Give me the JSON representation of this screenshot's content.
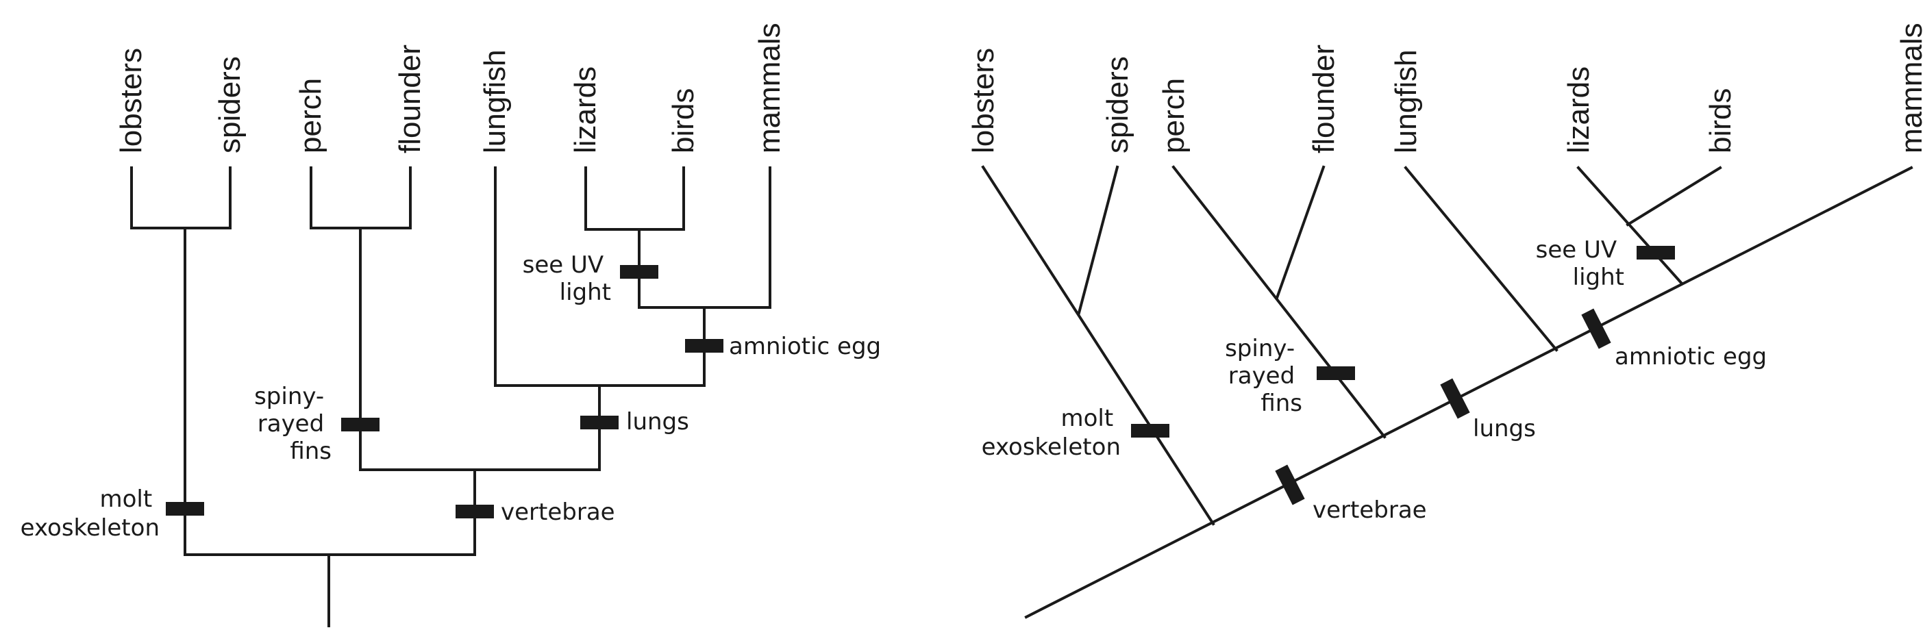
{
  "figure": {
    "colors": {
      "ink": "#1a1a1a",
      "background": "#ffffff"
    },
    "taxa": [
      "lobsters",
      "spiders",
      "perch",
      "flounder",
      "lungfish",
      "lizards",
      "birds",
      "mammals"
    ],
    "traits": {
      "molt_exoskeleton": [
        "molt",
        "exoskeleton"
      ],
      "vertebrae": [
        "vertebrae"
      ],
      "spiny_rayed_fins": [
        "spiny-",
        "rayed",
        "fins"
      ],
      "lungs": [
        "lungs"
      ],
      "amniotic_egg": [
        "amniotic egg"
      ],
      "see_uv_light": [
        "see UV",
        "light"
      ]
    },
    "trees": [
      {
        "name": "rectangular-cladogram"
      },
      {
        "name": "diagonal-cladogram"
      }
    ]
  }
}
